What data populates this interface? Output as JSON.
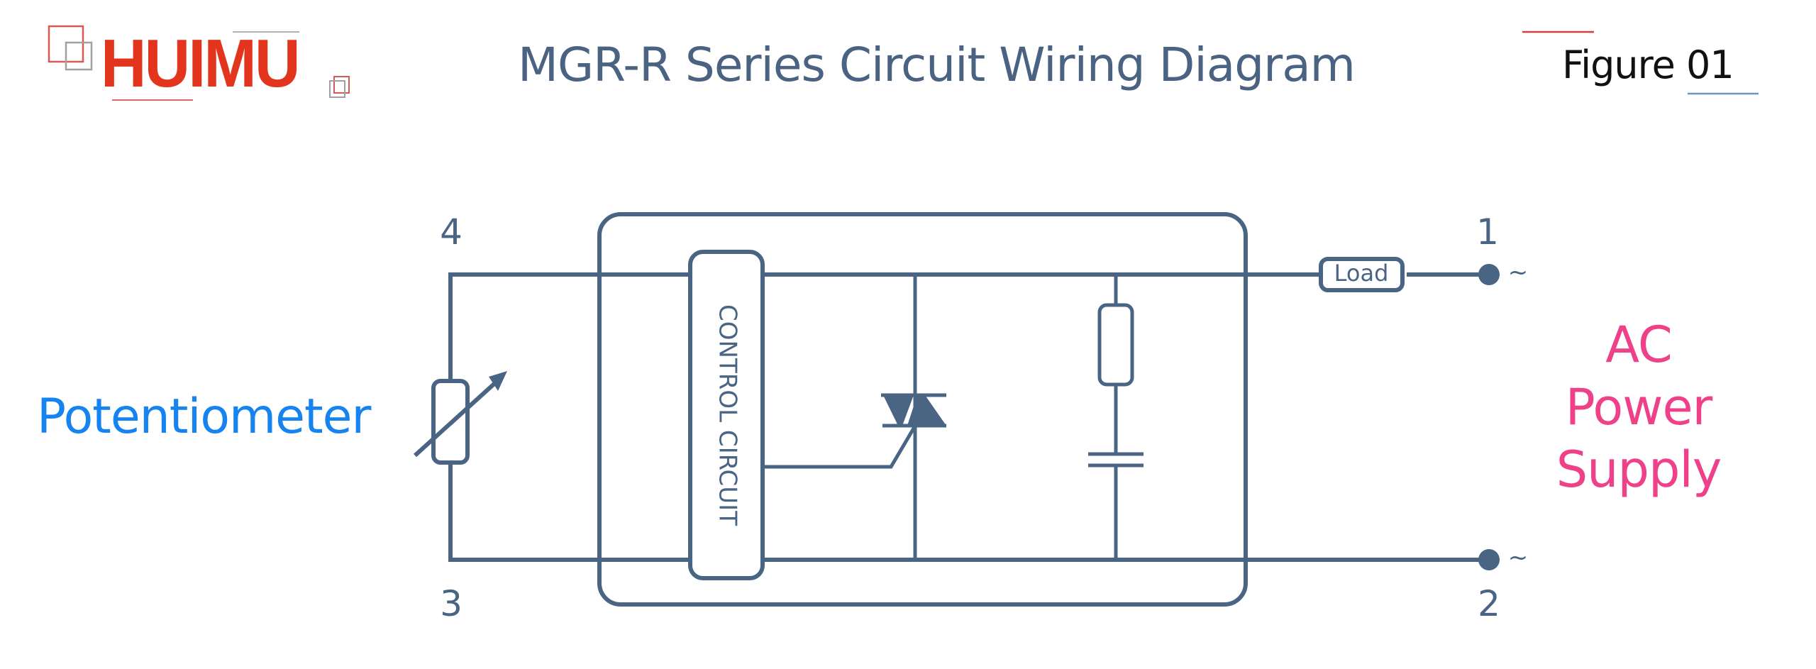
{
  "logo": {
    "text": "HUIMU",
    "color": "#e3341d",
    "accent_gray": "#a7a7a7"
  },
  "header": {
    "title": "MGR-R Series Circuit Wiring Diagram",
    "title_color": "#4b6382",
    "figure_label": "Figure 01",
    "figure_line_top_color": "#d0403c",
    "figure_line_bottom_color": "#6e94c3"
  },
  "diagram": {
    "stroke_color": "#4a6584",
    "components": {
      "control_circuit_label": "CONTROL CIRCUIT",
      "load_label": "Load",
      "triac": "triac",
      "snubber_resistor": "resistor",
      "snubber_capacitor": "capacitor",
      "potentiometer": "variable-resistor"
    },
    "terminals": [
      {
        "id": "t1",
        "label": "1",
        "symbol": "~"
      },
      {
        "id": "t2",
        "label": "2",
        "symbol": "~"
      },
      {
        "id": "t3",
        "label": "3"
      },
      {
        "id": "t4",
        "label": "4"
      }
    ]
  },
  "annotations": {
    "potentiometer": {
      "text": "Potentiometer",
      "color": "#1684f0"
    },
    "ac_supply": {
      "lines": [
        "AC",
        "Power",
        "Supply"
      ],
      "color": "#ee4189"
    }
  }
}
